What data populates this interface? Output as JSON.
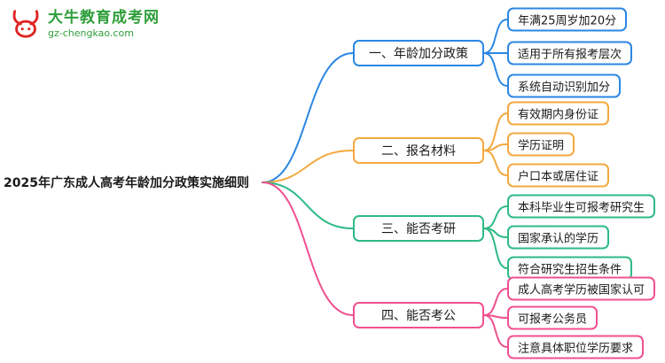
{
  "logo": {
    "site_name": "大牛教育成考网",
    "domain": "gz-chengkao.com",
    "icon": "bull-logo-icon",
    "brand_color": "#2e9e3a",
    "icon_color": "#e02424"
  },
  "root": {
    "label": "2025年广东成人高考年龄加分政策实施细则"
  },
  "palette": {
    "branch_1": "#2b87e3",
    "branch_2": "#f3a93e",
    "branch_3": "#2eba85",
    "branch_4": "#f0508f"
  },
  "branches": [
    {
      "label": "一、年龄加分政策",
      "color": "#2b87e3",
      "children": [
        "年满25周岁加20分",
        "适用于所有报考层次",
        "系统自动识别加分"
      ]
    },
    {
      "label": "二、报名材料",
      "color": "#f3a93e",
      "children": [
        "有效期内身份证",
        "学历证明",
        "户口本或居住证"
      ]
    },
    {
      "label": "三、能否考研",
      "color": "#2eba85",
      "children": [
        "本科毕业生可报考研究生",
        "国家承认的学历",
        "符合研究生招生条件"
      ]
    },
    {
      "label": "四、能否考公",
      "color": "#f0508f",
      "children": [
        "成人高考学历被国家认可",
        "可报考公务员",
        "注意具体职位学历要求"
      ]
    }
  ]
}
